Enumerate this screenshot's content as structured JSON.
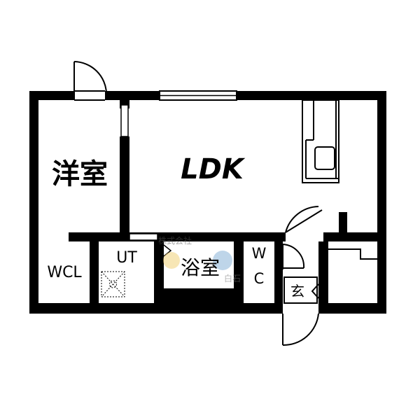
{
  "rooms": {
    "western_room": "洋室",
    "ldk": "LDK",
    "wcl": "WCL",
    "ut": "UT",
    "bath": "浴室",
    "wc_top": "W",
    "wc_bottom": "C",
    "entrance": "玄"
  },
  "watermark": {
    "company_line": "株式会社",
    "name_fragment": "白石"
  },
  "colors": {
    "wall": "#000000",
    "background": "#ffffff",
    "watermark": "#8ab4d8",
    "watermark_accent": "#f2d27a"
  }
}
